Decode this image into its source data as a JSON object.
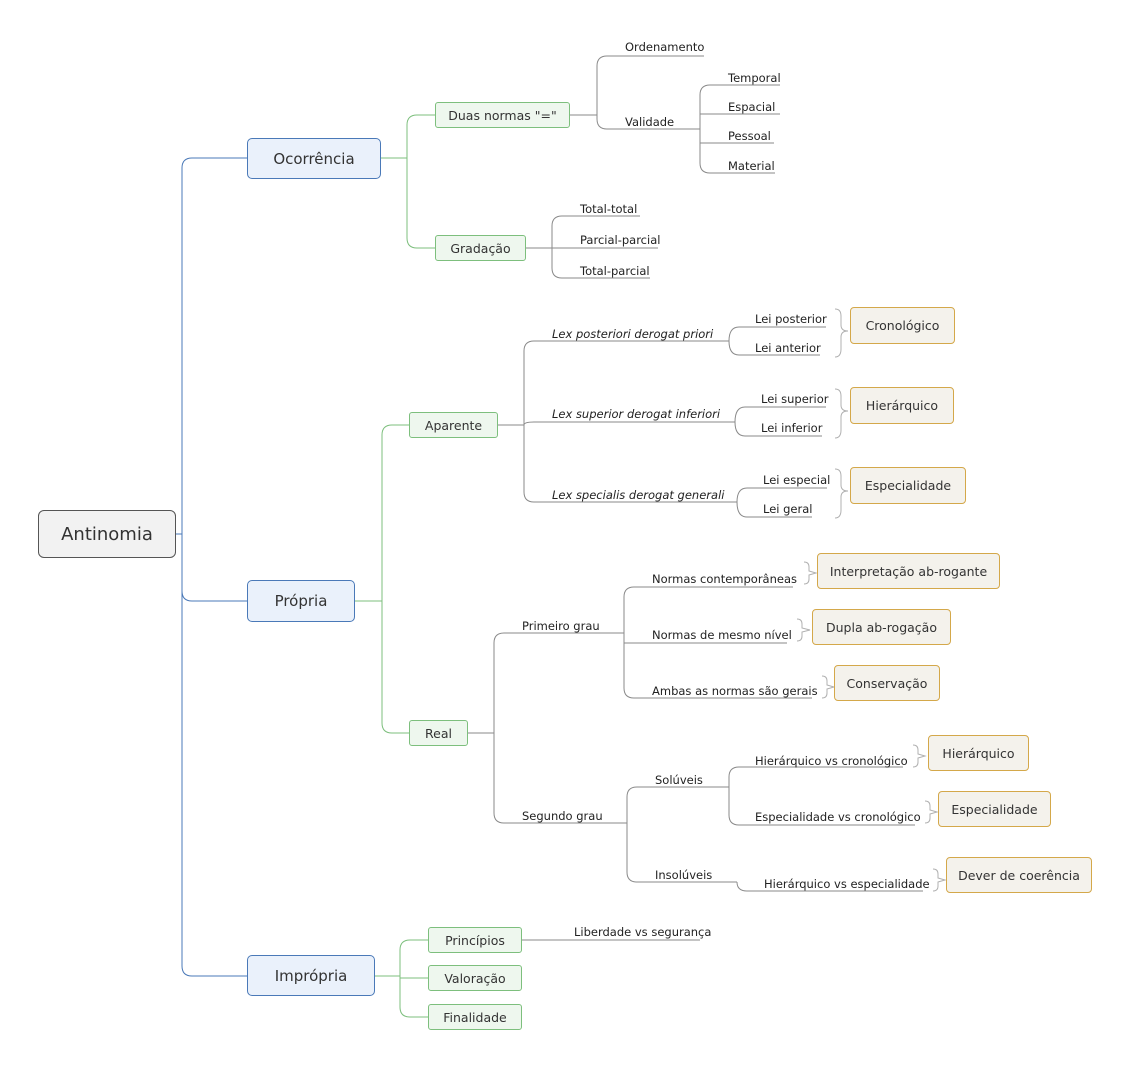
{
  "root": "Antinomia",
  "ocorrencia": {
    "label": "Ocorrência",
    "duas_normas": "Duas normas \"=\"",
    "ordenamento": "Ordenamento",
    "validade": "Validade",
    "validade_items": [
      "Temporal",
      "Espacial",
      "Pessoal",
      "Material"
    ],
    "gradacao": "Gradação",
    "gradacao_items": [
      "Total-total",
      "Parcial-parcial",
      "Total-parcial"
    ]
  },
  "propria": {
    "label": "Própria",
    "aparente": "Aparente",
    "lex_posteriori": "Lex posteriori derogat priori",
    "lei_posterior": "Lei posterior",
    "lei_anterior": "Lei anterior",
    "cronologico": "Cronológico",
    "lex_superior": "Lex superior derogat inferiori",
    "lei_superior": "Lei superior",
    "lei_inferior": "Lei inferior",
    "hierarquico": "Hierárquico",
    "lex_specialis": "Lex specialis derogat generali",
    "lei_especial": "Lei especial",
    "lei_geral": "Lei geral",
    "especialidade": "Especialidade",
    "real": "Real",
    "primeiro_grau": "Primeiro grau",
    "normas_contemporaneas": "Normas contemporâneas",
    "interpretacao": "Interpretação ab-rogante",
    "normas_mesmo_nivel": "Normas de mesmo nível",
    "dupla": "Dupla ab-rogação",
    "ambas": "Ambas as normas são gerais",
    "conservacao": "Conservação",
    "segundo_grau": "Segundo grau",
    "soluveis": "Solúveis",
    "hier_vs_cron": "Hierárquico vs cronológico",
    "hierarquico2": "Hierárquico",
    "esp_vs_cron": "Especialidade vs cronológico",
    "especialidade2": "Especialidade",
    "insoluveis": "Insolúveis",
    "hier_vs_esp": "Hierárquico vs especialidade",
    "dever": "Dever de coerência"
  },
  "impropria": {
    "label": "Imprópria",
    "principios": "Princípios",
    "liberdade": "Liberdade vs segurança",
    "valoracao": "Valoração",
    "finalidade": "Finalidade"
  },
  "colors": {
    "level1": "#4a79b8",
    "level2": "#7dbf7d",
    "summary": "#d4a84a",
    "branch": "#888888"
  }
}
